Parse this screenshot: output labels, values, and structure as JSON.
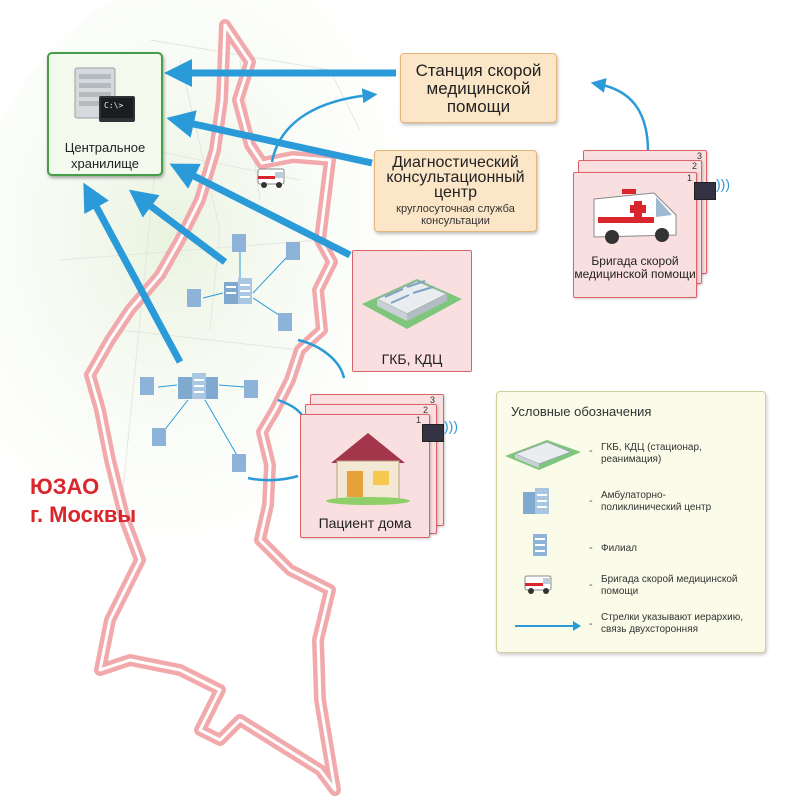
{
  "central_storage": {
    "label": "Центральное хранилище",
    "screen_text": "C:\\>"
  },
  "ambulance_station": {
    "title": "Станция скорой медицинской помощи"
  },
  "diagnostic_center": {
    "title": "Диагностический консультационный центр",
    "subtitle": "круглосуточная служба консультации"
  },
  "hospital": {
    "label": "ГКБ, КДЦ"
  },
  "brigade_stack": {
    "label": "Бригада скорой медицинской помощи",
    "numbers": [
      "1",
      "2",
      "3"
    ]
  },
  "patient_stack": {
    "label": "Пациент дома",
    "numbers": [
      "1",
      "2",
      "3"
    ]
  },
  "district": {
    "line1": "ЮЗАО",
    "line2": "г. Москвы"
  },
  "legend": {
    "title": "Условные обозначения",
    "items": [
      {
        "icon": "hospital-icon",
        "text": "ГКБ, КДЦ (стационар, реанимация)"
      },
      {
        "icon": "polyclinic-icon",
        "text": "Амбулаторно-поликлинический центр"
      },
      {
        "icon": "branch-icon",
        "text": "Филиал"
      },
      {
        "icon": "ambulance-icon",
        "text": "Бригада скорой медицинской помощи"
      },
      {
        "icon": "arrow-icon",
        "text": "Стрелки указывают иерархию, связь двухсторонняя"
      }
    ]
  },
  "colors": {
    "border_red": "#e8747a",
    "arrow_blue": "#2a9ad8",
    "storage_green": "#43a047",
    "card_pink": "#f9dfe0",
    "box_orange": "#fbe6c8",
    "legend_bg": "#fbfbe9"
  }
}
